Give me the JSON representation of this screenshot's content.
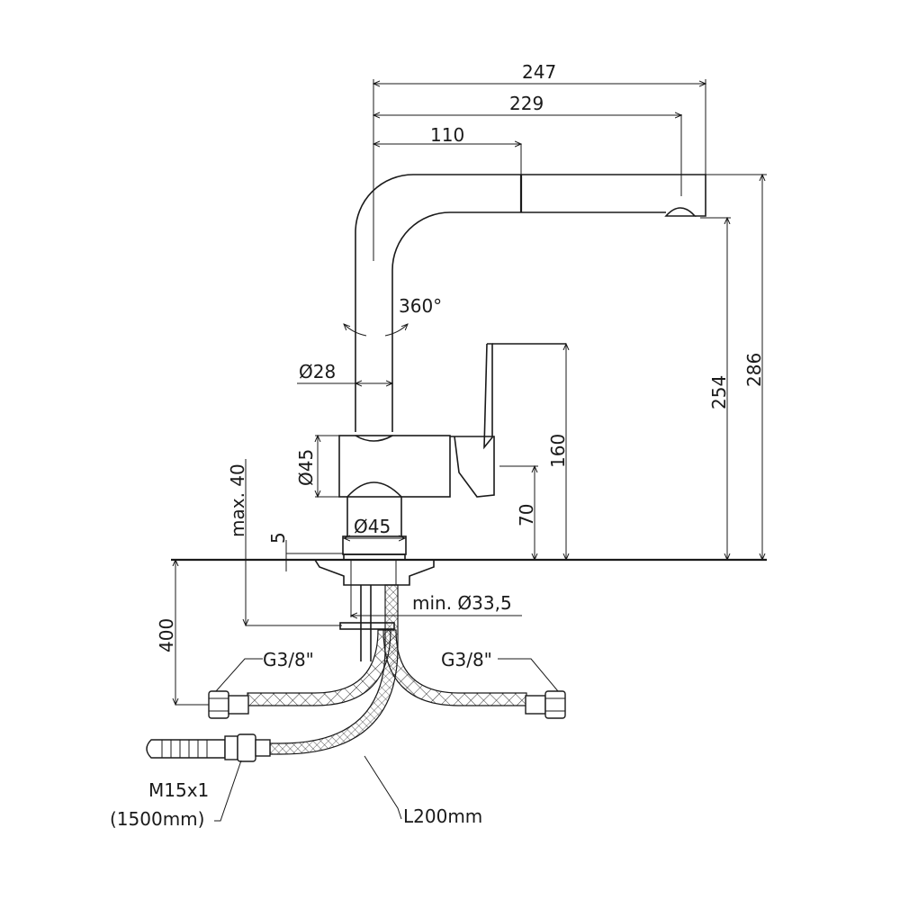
{
  "drawing": {
    "title": "Kitchen faucet technical drawing",
    "dimensions": {
      "reach_total": "247",
      "reach_aerator": "229",
      "reach_pullout": "110",
      "rotation": "360°",
      "spout_diameter": "Ø28",
      "body_diameter": "Ø45",
      "base_diameter": "Ø45",
      "lever_height": "160",
      "outlet_height_low": "70",
      "outlet_height": "254",
      "total_height": "286",
      "max_deck_thickness": "max. 40",
      "gasket": "5",
      "hole_diameter": "min. Ø33,5",
      "hose_length_depth": "400"
    },
    "callouts": {
      "connection_left": "G3/8\"",
      "connection_right": "G3/8\"",
      "pullout_thread": "M15x1",
      "pullout_length": "(1500mm)",
      "supply_hose": "L200mm"
    },
    "colors": {
      "line": "#1a1a1a",
      "background": "#ffffff"
    }
  }
}
